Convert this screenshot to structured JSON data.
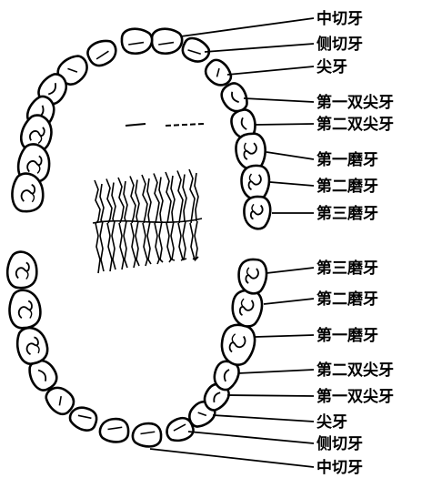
{
  "upper_labels": [
    "中切牙",
    "侧切牙",
    "尖牙",
    "第一双尖牙",
    "第二双尖牙",
    "第一磨牙",
    "第二磨牙",
    "第三磨牙"
  ],
  "lower_labels": [
    "第三磨牙",
    "第二磨牙",
    "第一磨牙",
    "第二双尖牙",
    "第一双尖牙",
    "尖牙",
    "侧切牙",
    "中切牙"
  ]
}
